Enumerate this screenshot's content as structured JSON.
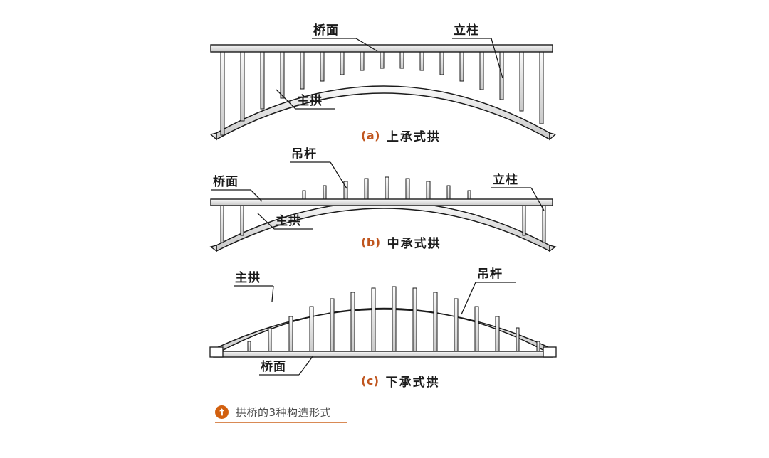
{
  "figure": {
    "caption_label": "拱桥的3种构造形式",
    "caption_icon": "circle-up-arrow-icon",
    "accent_color": "#d2600f",
    "underline_color": "#d98a55",
    "line_color": "#1a1a1a",
    "fill_color": "#d8d8d8",
    "background": "#ffffff"
  },
  "diagrams": [
    {
      "id": "a",
      "index_label": "(a)",
      "title": "上承式拱",
      "caption_full": "(a) 上承式拱",
      "description": "deck-arch bridge, deck above arch, columns from arch to deck",
      "annotations": [
        {
          "name": "deck",
          "label": "桥面"
        },
        {
          "name": "column",
          "label": "立柱"
        },
        {
          "name": "main-arch",
          "label": "主拱"
        }
      ],
      "column_count": 17
    },
    {
      "id": "b",
      "index_label": "(b)",
      "title": "中承式拱",
      "caption_full": "(b) 中承式拱",
      "description": "half-through arch bridge, deck at mid height, hangers above and columns below",
      "annotations": [
        {
          "name": "deck",
          "label": "桥面"
        },
        {
          "name": "hanger",
          "label": "吊杆"
        },
        {
          "name": "main-arch",
          "label": "主拱"
        },
        {
          "name": "column",
          "label": "立柱"
        }
      ],
      "hanger_count": 9,
      "column_count": 4
    },
    {
      "id": "c",
      "index_label": "(c)",
      "title": "下承式拱",
      "caption_full": "(c) 下承式拱",
      "description": "through arch bridge, deck at arch springing level, hangers suspend deck",
      "annotations": [
        {
          "name": "main-arch",
          "label": "主拱"
        },
        {
          "name": "hanger",
          "label": "吊杆"
        },
        {
          "name": "deck",
          "label": "桥面"
        }
      ],
      "hanger_count": 15
    }
  ]
}
